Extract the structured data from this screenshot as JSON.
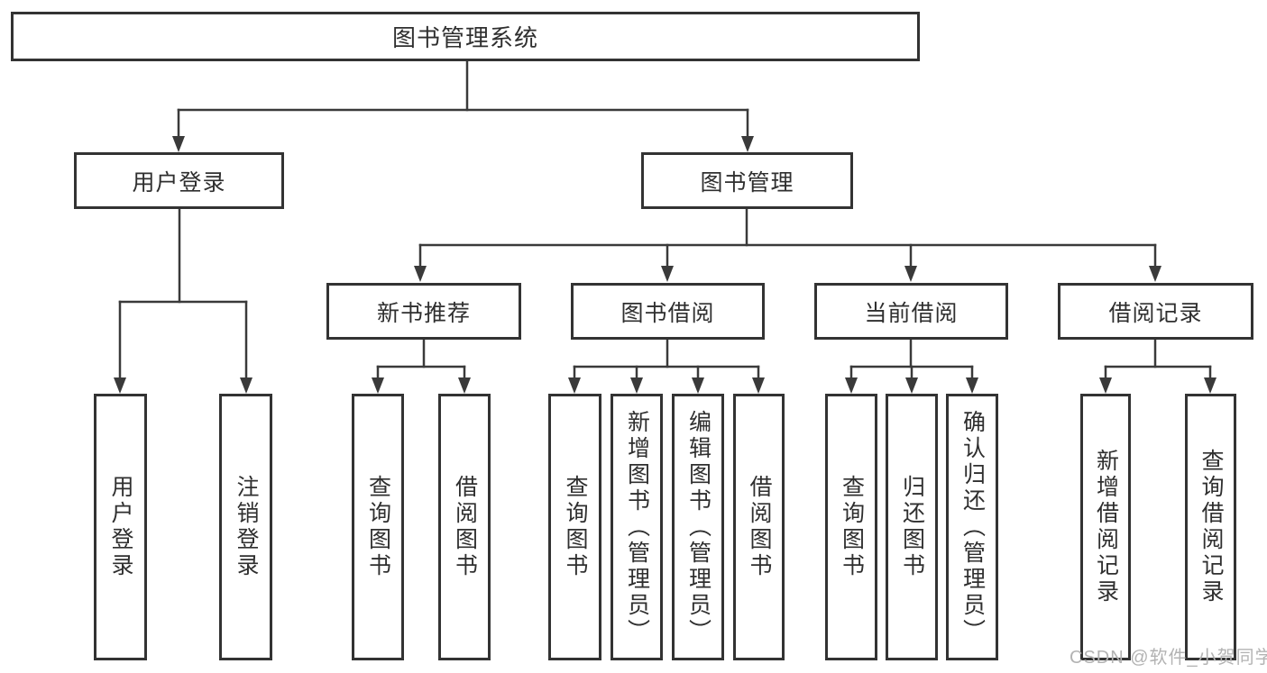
{
  "page": {
    "watermark": "CSDN @软件_小贺同学",
    "colors": {
      "background": "#ffffff",
      "line": "#3a3a3a",
      "box_border": "#333333",
      "text": "#2f2f2f",
      "watermark_text": "#b3b3b3"
    }
  },
  "tree": {
    "root": {
      "label": "图书管理系统",
      "children": [
        {
          "label": "用户登录",
          "children": [
            {
              "label": "用户登录"
            },
            {
              "label": "注销登录"
            }
          ]
        },
        {
          "label": "图书管理",
          "children": [
            {
              "label": "新书推荐",
              "children": [
                {
                  "label": "查询图书"
                },
                {
                  "label": "借阅图书"
                }
              ]
            },
            {
              "label": "图书借阅",
              "children": [
                {
                  "label": "查询图书"
                },
                {
                  "label": "新增图书（管理员）"
                },
                {
                  "label": "编辑图书（管理员）"
                },
                {
                  "label": "借阅图书"
                }
              ]
            },
            {
              "label": "当前借阅",
              "children": [
                {
                  "label": "查询图书"
                },
                {
                  "label": "归还图书"
                },
                {
                  "label": "确认归还（管理员）"
                }
              ]
            },
            {
              "label": "借阅记录",
              "children": [
                {
                  "label": "新增借阅记录"
                },
                {
                  "label": "查询借阅记录"
                }
              ]
            }
          ]
        }
      ]
    }
  }
}
